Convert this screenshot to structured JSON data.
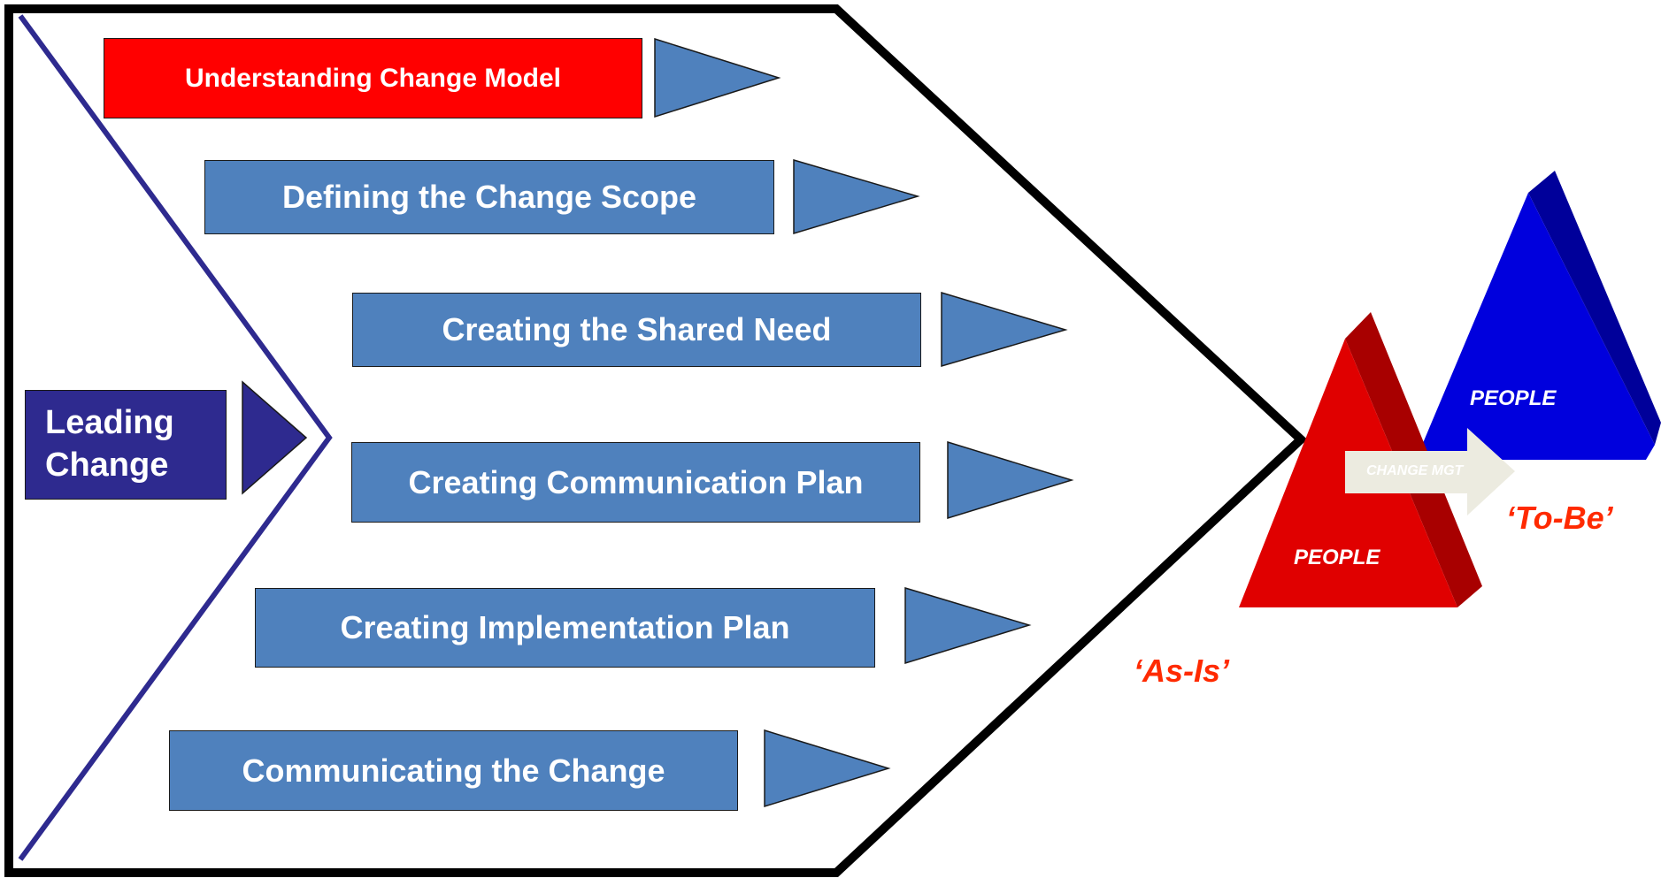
{
  "diagram": {
    "leading_change": {
      "line1": "Leading",
      "line2": "Change"
    },
    "steps": [
      {
        "label": "Understanding Change Model",
        "highlighted": true
      },
      {
        "label": "Defining the Change Scope",
        "highlighted": false
      },
      {
        "label": "Creating the Shared Need",
        "highlighted": false
      },
      {
        "label": "Creating Communication Plan",
        "highlighted": false
      },
      {
        "label": "Creating Implementation Plan",
        "highlighted": false
      },
      {
        "label": "Communicating the Change",
        "highlighted": false
      }
    ],
    "as_is": {
      "pyramid_label": "PEOPLE",
      "state_label": "‘As-Is’",
      "color": "#e00000"
    },
    "to_be": {
      "pyramid_label": "PEOPLE",
      "state_label": "‘To-Be’",
      "color": "#0000dd"
    },
    "transition": {
      "label": "CHANGE MGT"
    }
  },
  "colors": {
    "step_blue": "#4f81bd",
    "step_red": "#ff0000",
    "leading_change": "#2e2a8f",
    "outline_chevron": "#2e2a8f",
    "frame": "#000000"
  }
}
